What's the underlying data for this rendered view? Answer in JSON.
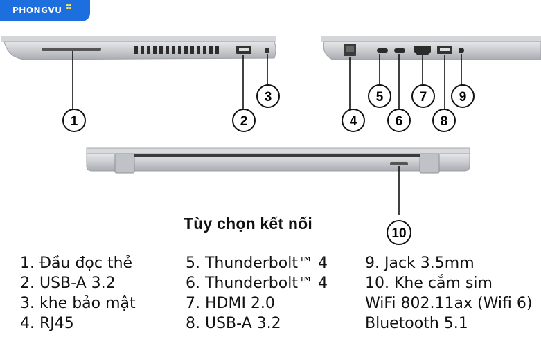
{
  "brand": {
    "logo_text": "PHONGVU",
    "accent": "#1d6fe0",
    "dot_color": "#ffe64a"
  },
  "diagram": {
    "callouts": [
      "1",
      "2",
      "3",
      "4",
      "5",
      "6",
      "7",
      "8",
      "9",
      "10"
    ]
  },
  "heading": "Tùy chọn kết nối",
  "ports": {
    "column1": [
      "1. Đầu đọc thẻ",
      "2. USB-A 3.2",
      "3. khe bảo mật",
      "4. RJ45"
    ],
    "column2": [
      "5. Thunderbolt™ 4",
      "6. Thunderbolt™ 4",
      "7. HDMI 2.0",
      "8. USB-A 3.2"
    ],
    "column3": [
      "9. Jack 3.5mm",
      "10. Khe cắm sim",
      "WiFi 802.11ax (Wifi 6)",
      "Bluetooth 5.1"
    ]
  }
}
